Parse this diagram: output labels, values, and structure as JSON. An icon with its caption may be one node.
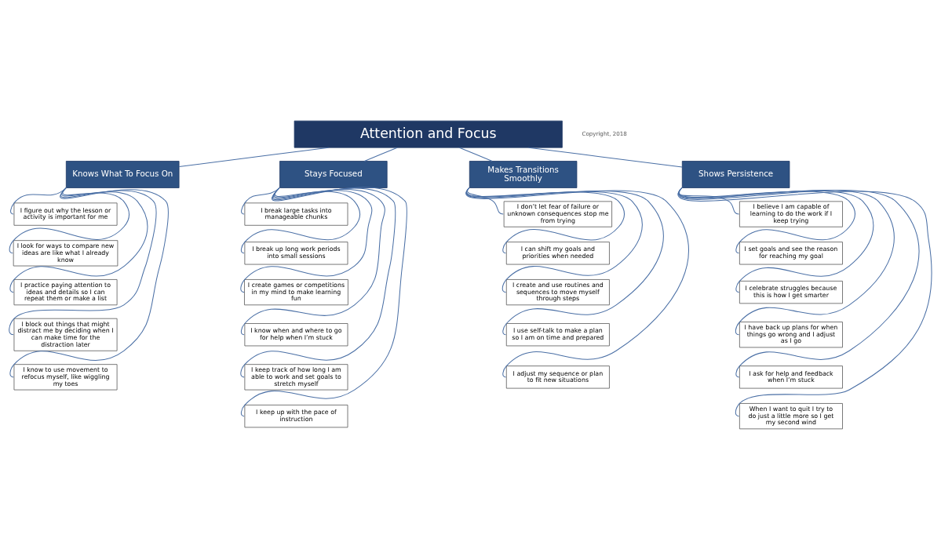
{
  "diagram": {
    "nodes": [
      {
        "text": [
          "Attention and Focus"
        ]
      },
      {
        "text": [
          "Knows What To Focus On"
        ]
      },
      {
        "text": [
          "Stays Focused"
        ]
      },
      {
        "text": [
          "Makes Transitions Smoothly"
        ]
      },
      {
        "text": [
          "Shows Persistence"
        ]
      },
      {
        "text": [
          "I figure out why the lesson or activity is important for me"
        ]
      },
      {
        "text": [
          "I look for ways to compare new ideas are like what I already know"
        ]
      },
      {
        "text": [
          "I practice paying attention to ideas and details so I can repeat them or make a list"
        ]
      },
      {
        "text": [
          "I block out things that might distract me by deciding when I can make time for the distraction later"
        ]
      },
      {
        "text": [
          "I know to use movement to refocus myself, like wiggling my toes"
        ]
      },
      {
        "text": [
          "I break large tasks into manageable chunks"
        ]
      },
      {
        "text": [
          "I break up long work periods into small sessions"
        ]
      },
      {
        "text": [
          "I create games or competitions in my mind to make learning fun"
        ]
      },
      {
        "text": [
          "I know when and where to go for help when I’m stuck"
        ]
      },
      {
        "text": [
          "I keep track of how long I am able to work and set goals to stretch myself"
        ]
      },
      {
        "text": [
          "I keep up with the pace of instruction"
        ]
      },
      {
        "text": [
          "I don’t let fear of failure or unknown consequences stop me from trying"
        ]
      },
      {
        "text": [
          "I can shift my goals and priorities when needed"
        ]
      },
      {
        "text": [
          "I create and use routines and sequences to move myself through steps"
        ]
      },
      {
        "text": [
          "I use self-talk to make a plan  so I am on time and prepared"
        ]
      },
      {
        "text": [
          "I adjust my sequence or plan to fit new situations"
        ]
      },
      {
        "text": [
          "I believe I am capable of learning to do the work if I keep trying"
        ]
      },
      {
        "text": [
          "I set goals and see the reason for reaching my goal"
        ]
      },
      {
        "text": [
          "I celebrate struggles because this is how I get smarter"
        ]
      },
      {
        "text": [
          "I have back up plans for when things go wrong and I adjust as I go"
        ]
      },
      {
        "text": [
          "I ask for help and feedback when I’m stuck"
        ]
      },
      {
        "text": [
          "When I want to quit I try to do just a little more so I get my second wind"
        ]
      }
    ],
    "edges": [
      {
        "from": 0,
        "to": 1,
        "arrow": "none"
      },
      {
        "from": 0,
        "to": 2,
        "arrow": "none"
      },
      {
        "from": 0,
        "to": 3,
        "arrow": "none"
      },
      {
        "from": 0,
        "to": 4,
        "arrow": "none"
      },
      {
        "from": 1,
        "to": 5,
        "arrow": "none"
      },
      {
        "from": 1,
        "to": 6,
        "arrow": "none"
      },
      {
        "from": 1,
        "to": 7,
        "arrow": "none"
      },
      {
        "from": 1,
        "to": 8,
        "arrow": "none"
      },
      {
        "from": 1,
        "to": 9,
        "arrow": "none"
      },
      {
        "from": 2,
        "to": 10,
        "arrow": "none"
      },
      {
        "from": 2,
        "to": 11,
        "arrow": "none"
      },
      {
        "from": 2,
        "to": 12,
        "arrow": "none"
      },
      {
        "from": 2,
        "to": 13,
        "arrow": "none"
      },
      {
        "from": 2,
        "to": 14,
        "arrow": "none"
      },
      {
        "from": 2,
        "to": 15,
        "arrow": "none"
      },
      {
        "from": 3,
        "to": 16,
        "arrow": "none"
      },
      {
        "from": 3,
        "to": 17,
        "arrow": "none"
      },
      {
        "from": 3,
        "to": 18,
        "arrow": "none"
      },
      {
        "from": 3,
        "to": 19,
        "arrow": "none"
      },
      {
        "from": 3,
        "to": 20,
        "arrow": "none"
      },
      {
        "from": 4,
        "to": 21,
        "arrow": "none"
      },
      {
        "from": 4,
        "to": 22,
        "arrow": "none"
      },
      {
        "from": 4,
        "to": 23,
        "arrow": "none"
      },
      {
        "from": 4,
        "to": 24,
        "arrow": "none"
      },
      {
        "from": 4,
        "to": 25,
        "arrow": "none"
      },
      {
        "from": 4,
        "to": 26,
        "arrow": "none"
      }
    ],
    "labels": [
      "Copyright, 2018"
    ]
  }
}
